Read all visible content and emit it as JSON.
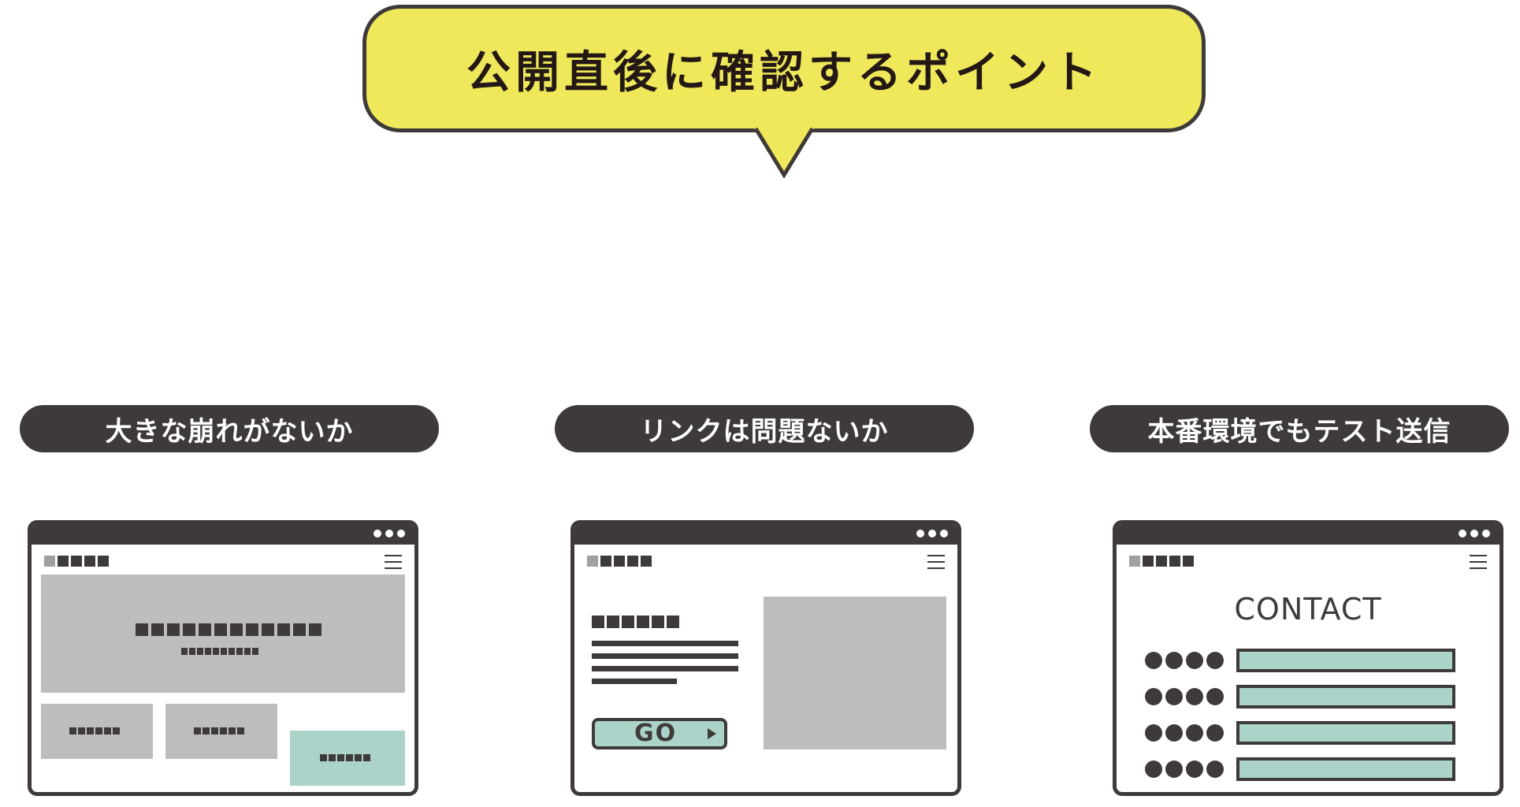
{
  "title": "公開直後に確認するポイント",
  "points": [
    {
      "label": "大きな崩れがないか"
    },
    {
      "label": "リンクは問題ないか"
    },
    {
      "label": "本番環境でもテスト送信"
    }
  ],
  "illustrations": {
    "link_button": "GO",
    "contact_heading": "CONTACT"
  },
  "colors": {
    "bubble_fill": "#eee85a",
    "dark": "#3e3a39",
    "placeholder_grey": "#bdbdbd",
    "accent_teal": "#abd3c9"
  },
  "icons": [
    "window-dots-icon",
    "hamburger-menu-icon",
    "play-arrow-icon"
  ]
}
